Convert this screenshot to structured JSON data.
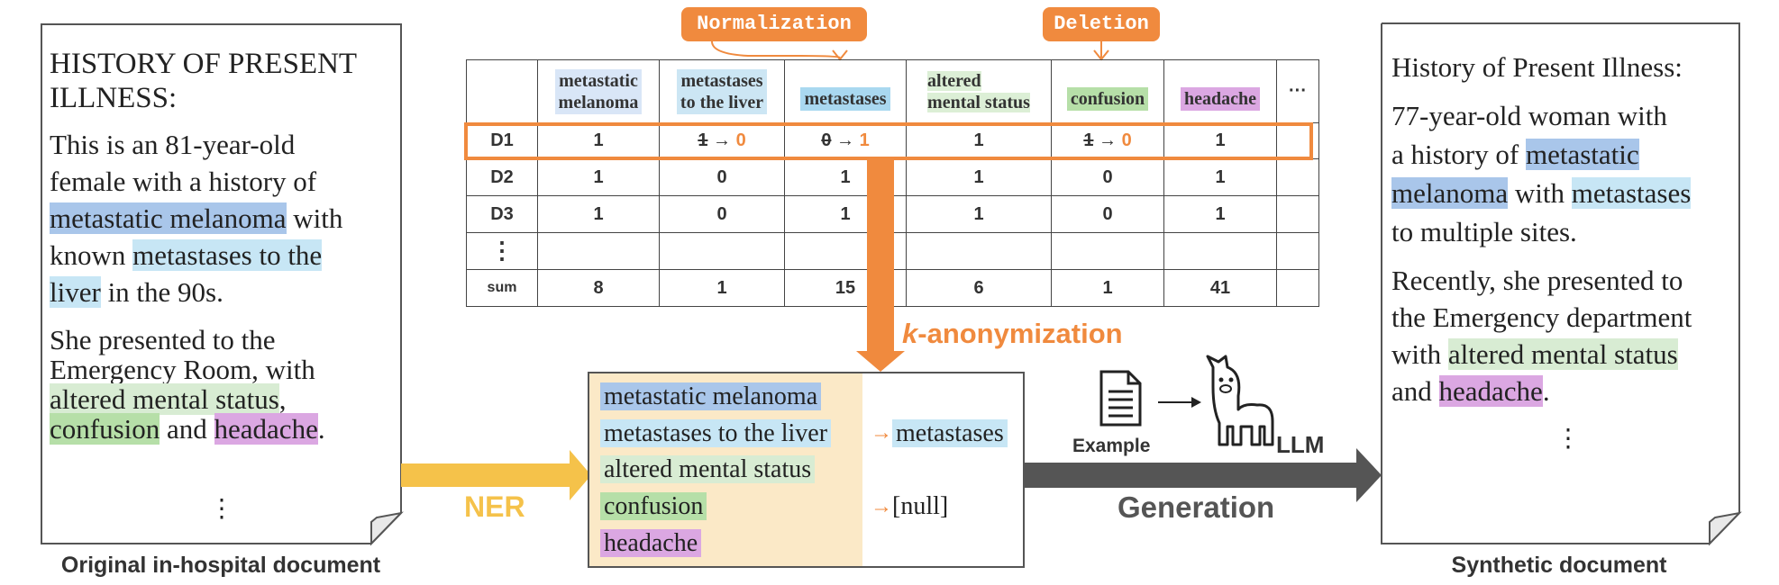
{
  "left_doc": {
    "heading": [
      "HISTORY OF PRESENT",
      "ILLNESS:"
    ],
    "p1_a": "This is an 81-year-old",
    "p1_b": "female with a history of",
    "p1_mm": "metastatic melanoma",
    "p1_with": " with",
    "p1_known": "known ",
    "p1_met1": "metastases to the",
    "p1_met2": "liver",
    "p1_end": " in the 90s.",
    "p2_a": "She presented to the",
    "p2_b": "Emergency Room, with",
    "p2_ams": "altered mental status",
    "p2_comma": ",",
    "p2_conf": "confusion",
    "p2_and": " and ",
    "p2_head": "headache",
    "p2_dot": ".",
    "dots": "⋮",
    "caption": "Original in-hospital document"
  },
  "right_doc": {
    "heading": "History of Present Illness:",
    "p1_a": "77-year-old woman with",
    "p1_b": "a history of ",
    "p1_mm1": "metastatic",
    "p1_mm2": "melanoma",
    "p1_with": " with ",
    "p1_met": "metastases",
    "p1_c": "to multiple sites.",
    "p2_a": "Recently, she presented to",
    "p2_b": "the Emergency department",
    "p2_with": "with ",
    "p2_ams": "altered mental status",
    "p2_and": "and ",
    "p2_head": "headache",
    "p2_dot": ".",
    "dots": "⋮",
    "caption": "Synthetic document"
  },
  "tags": {
    "normalization": "Normalization",
    "deletion": "Deletion"
  },
  "table": {
    "headers": [
      {
        "l1": "metastatic",
        "l2": "melanoma",
        "color": "#d9e6f7"
      },
      {
        "l1": "metastases",
        "l2": "to the liver",
        "color": "#cce6f4"
      },
      {
        "l1": "metastases",
        "l2": "",
        "color": "#a9d8f0"
      },
      {
        "l1": "altered",
        "l2": "mental status",
        "color": "#dcefd6"
      },
      {
        "l1": "confusion",
        "l2": "",
        "color": "#b6dfa8"
      },
      {
        "l1": "headache",
        "l2": "",
        "color": "#dba7e2"
      }
    ],
    "more": "···",
    "rows": [
      {
        "label": "D1",
        "cells": [
          "1",
          "",
          "",
          "1",
          "",
          "1"
        ]
      },
      {
        "label": "D2",
        "cells": [
          "1",
          "0",
          "1",
          "1",
          "0",
          "1"
        ]
      },
      {
        "label": "D3",
        "cells": [
          "1",
          "0",
          "1",
          "1",
          "0",
          "1"
        ]
      },
      {
        "label": "⋮",
        "cells": [
          "",
          "",
          "",
          "",
          "",
          ""
        ]
      },
      {
        "label": "sum",
        "cells": [
          "8",
          "1",
          "15",
          "6",
          "1",
          "41"
        ]
      }
    ],
    "d1_change": {
      "c2_old": "1",
      "c2_new": "0",
      "c3_old": "0",
      "c3_new": "1",
      "c5_old": "1",
      "c5_new": "0",
      "arrow": "→"
    }
  },
  "k_label": {
    "k": "k",
    "rest": "-anonymization"
  },
  "ner_label": "NER",
  "generation_label": "Generation",
  "example_label": "Example",
  "llm_label": "LLM",
  "ner_box": {
    "items": [
      "metastatic melanoma",
      "metastases to the liver",
      "altered mental status",
      "confusion",
      "headache"
    ],
    "norm_arrow": "→",
    "norm_target": "metastases",
    "del_arrow": "→",
    "del_target": "[null]"
  }
}
